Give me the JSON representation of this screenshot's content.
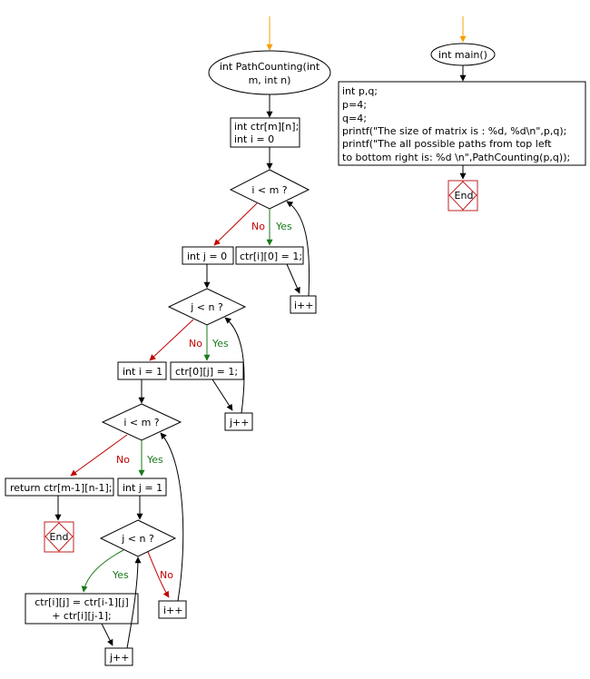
{
  "colors": {
    "start_arrow": "#f5a000",
    "no_branch": "#c00000",
    "yes_branch": "#1a7a1a",
    "end_box": "#c02020",
    "line": "#000000"
  },
  "main_flow": {
    "start": [
      "int PathCounting(int",
      "m, int n)"
    ],
    "init_box": [
      "int ctr[m][n];",
      "int i = 0"
    ],
    "cond_i1": "i < m ?",
    "no1": "No",
    "yes1": "Yes",
    "set_j0": "int j = 0",
    "ctr_i0": "ctr[i][0] = 1;",
    "inc_i1": "i++",
    "cond_j1": "j < n ?",
    "no2": "No",
    "yes2": "Yes",
    "set_i1": "int i = 1",
    "ctr_0j": "ctr[0][j] = 1;",
    "inc_j1": "j++",
    "cond_i2": "i < m ?",
    "no3": "No",
    "yes3": "Yes",
    "return_stmt": "return ctr[m-1][n-1];",
    "end1": "End",
    "set_j1": "int j = 1",
    "cond_j2": "j < n ?",
    "yes4": "Yes",
    "no4": "No",
    "calc_box": [
      "ctr[i][j] = ctr[i-1][j]",
      "+ ctr[i][j-1];"
    ],
    "inc_i2": "i++",
    "inc_j2": "j++"
  },
  "main_func": {
    "start": "int main()",
    "body": [
      "int p,q;",
      "p=4;",
      "q=4;",
      "printf(\"The size of matrix is : %d, %d\\n\",p,q);",
      "printf(\"The all possible paths from top left",
      "to bottom right is: %d \\n\",PathCounting(p,q));"
    ],
    "end": "End"
  }
}
